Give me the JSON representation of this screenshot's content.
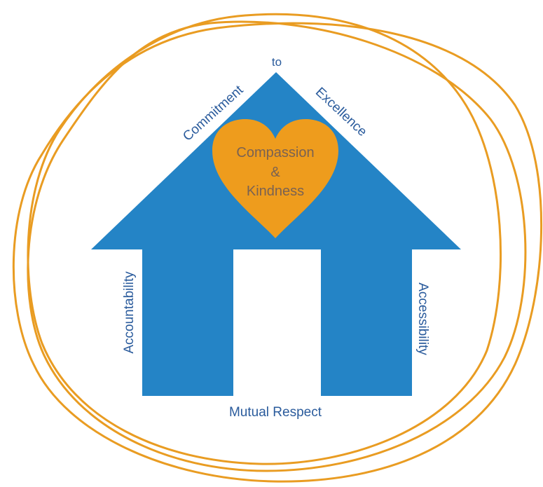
{
  "roof": {
    "left_label": "Commitment",
    "peak_label": "to",
    "right_label": "Excellence"
  },
  "heart": {
    "line1": "Compassion",
    "line2": "&",
    "line3": "Kindness"
  },
  "walls": {
    "left_label": "Accountability",
    "right_label": "Accessibility"
  },
  "foundation": {
    "label": "Mutual Respect"
  },
  "colors": {
    "house_blue": "#2484c6",
    "loop_orange": "#e99c22",
    "heart_orange": "#ee9c1d",
    "text_blue": "#2a5b9c",
    "heart_text": "#7a6252"
  }
}
